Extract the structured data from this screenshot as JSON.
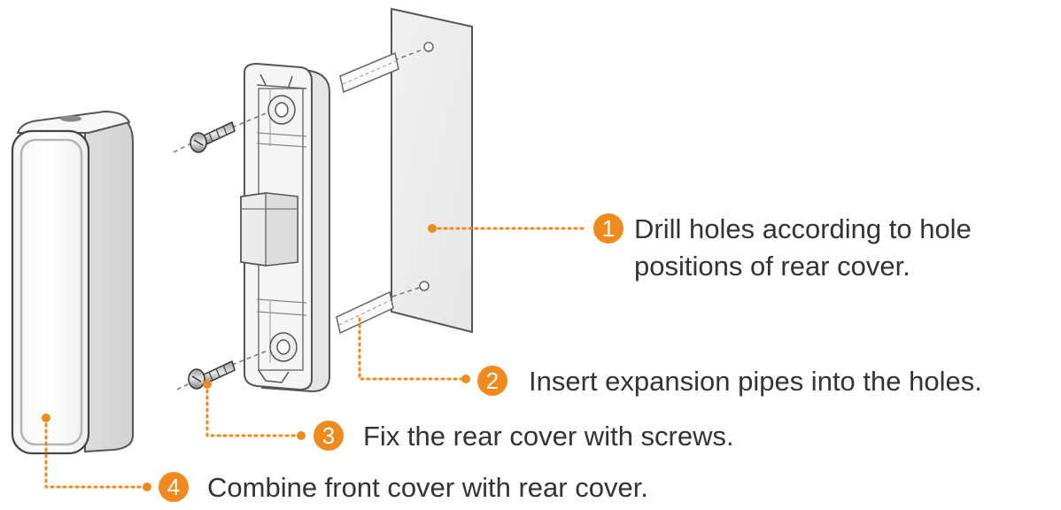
{
  "accent_color": "#f08a1c",
  "steps": [
    {
      "number": "1",
      "lines": [
        "Drill holes according to hole",
        "positions of rear cover."
      ]
    },
    {
      "number": "2",
      "lines": [
        "Insert expansion pipes into the holes."
      ]
    },
    {
      "number": "3",
      "lines": [
        "Fix the rear cover with screws."
      ]
    },
    {
      "number": "4",
      "lines": [
        "Combine front cover with rear cover."
      ]
    }
  ]
}
